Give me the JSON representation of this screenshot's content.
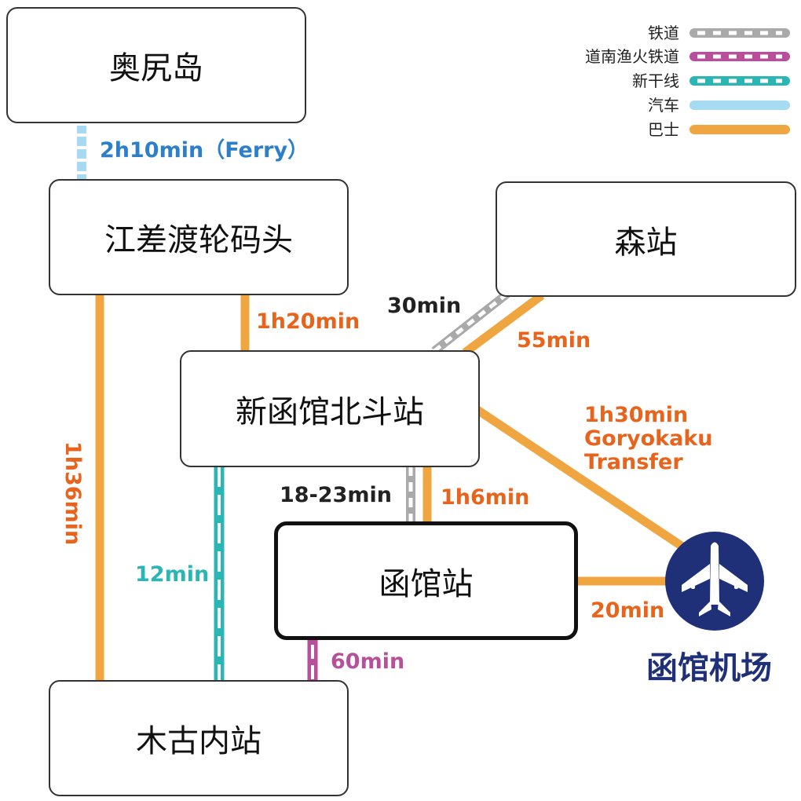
{
  "stations": {
    "okushiri": "奥尻岛",
    "esashi": "江差渡轮码头",
    "mori": "森站",
    "shin_hakodate": "新函馆北斗站",
    "hakodate": "函馆站",
    "kikonai": "木古内站",
    "airport": "函馆机场"
  },
  "legend": [
    {
      "label": "铁道",
      "color": "#aaaaaa",
      "style": "dashed"
    },
    {
      "label": "道南渔火铁道",
      "color": "#b84f9a",
      "style": "dashed"
    },
    {
      "label": "新干线",
      "color": "#2cb5b5",
      "style": "dashed"
    },
    {
      "label": "汽车",
      "color": "#a6dbf1",
      "style": "solid"
    },
    {
      "label": "巴士",
      "color": "#f0a640",
      "style": "solid"
    }
  ],
  "routes": {
    "okushiri_esashi": "2h10min（Ferry）",
    "esashi_shin": "1h20min",
    "esashi_kikonai": "1h36min",
    "mori_shin_rail": "30min",
    "mori_shin_bus": "55min",
    "shin_airport_line1": "1h30min",
    "shin_airport_line2": "Goryokaku",
    "shin_airport_line3": "Transfer",
    "shin_hakodate_rail": "18-23min",
    "shin_hakodate_bus": "1h6min",
    "shin_kikonai": "12min",
    "hakodate_airport": "20min",
    "hakodate_kikonai": "60min"
  },
  "icons": {
    "airport": "airplane-icon"
  }
}
